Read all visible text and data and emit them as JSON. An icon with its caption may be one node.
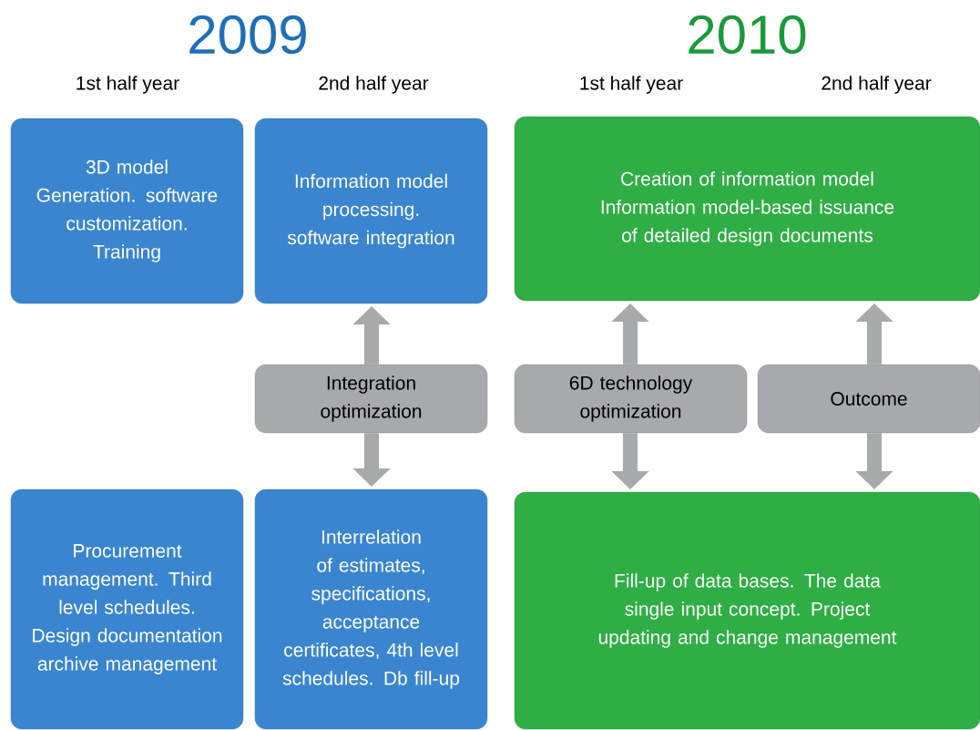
{
  "diagram": {
    "nodes": [
      {
        "text": [
          "3D model Generation. software customization. Training"
        ]
      },
      {
        "text": [
          "Information model processing. software integration"
        ]
      },
      {
        "text": [
          "Creation of information model Information model-based issuance of detailed design documents"
        ]
      },
      {
        "text": [
          "Integration optimization"
        ]
      },
      {
        "text": [
          "6D technology optimization"
        ]
      },
      {
        "text": [
          "Outcome"
        ]
      },
      {
        "text": [
          "Procurement management. Third level schedules. Design documentation archive management"
        ]
      },
      {
        "text": [
          "Interrelation of estimates, specifications, acceptance certificates, 4th level schedules. Db fill-up"
        ]
      },
      {
        "text": [
          "Fill-up of data bases. The data single input concept. Project updating and change management"
        ]
      }
    ],
    "edges": [
      {
        "from": 3,
        "to": 1,
        "arrow": "to"
      },
      {
        "from": 3,
        "to": 7,
        "arrow": "to"
      },
      {
        "from": 4,
        "to": 2,
        "arrow": "to"
      },
      {
        "from": 4,
        "to": 8,
        "arrow": "to"
      },
      {
        "from": 5,
        "to": 2,
        "arrow": "to"
      },
      {
        "from": 5,
        "to": 8,
        "arrow": "to"
      }
    ],
    "labels": [
      "2009",
      "2010",
      "1st half year",
      "2nd half year",
      "1st half year",
      "2nd half year"
    ]
  }
}
